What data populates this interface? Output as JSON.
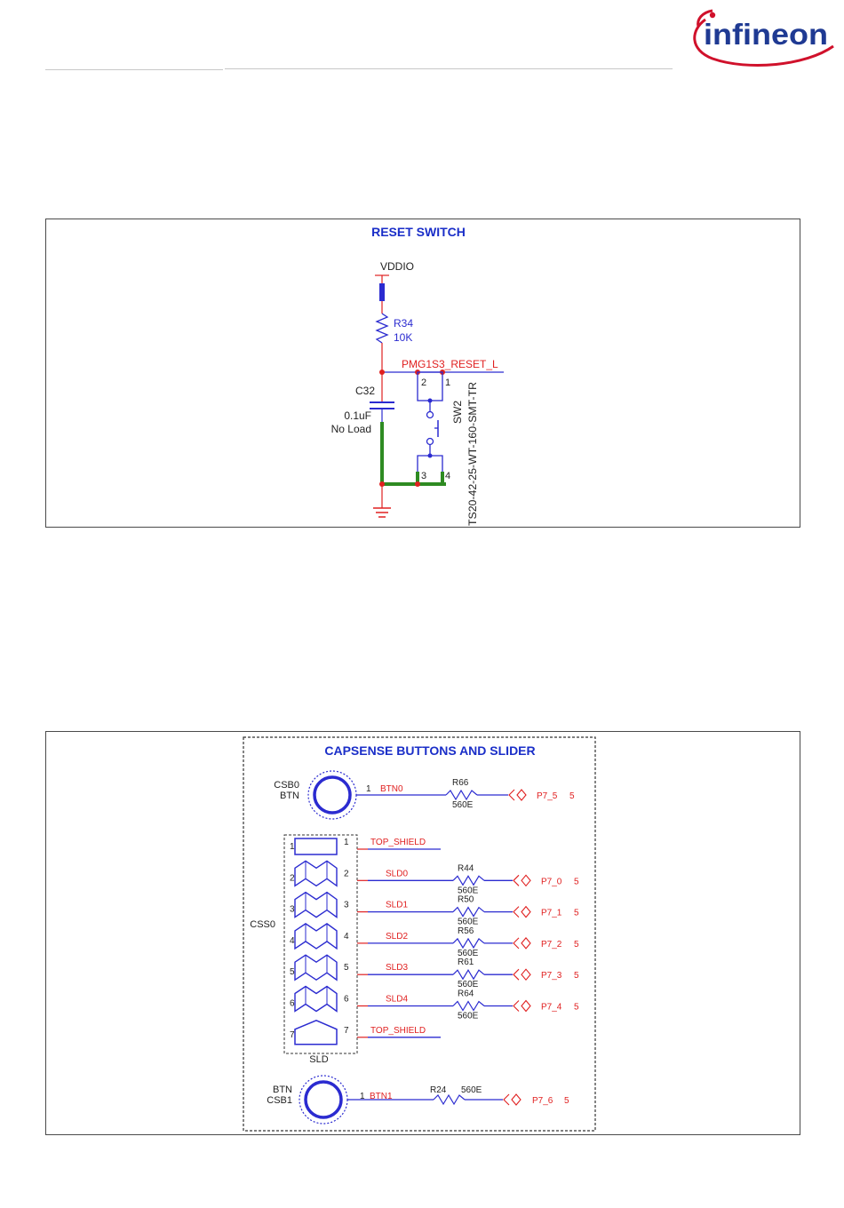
{
  "brand": {
    "logo_text": "infineon",
    "colors": {
      "logo_text": "#1f3a93",
      "logo_arc": "#d0112b"
    }
  },
  "reset_switch": {
    "title": "RESET SWITCH",
    "power_net": "VDDIO",
    "resistor": {
      "ref": "R34",
      "value": "10K"
    },
    "capacitor": {
      "ref": "C32",
      "value": "0.1uF",
      "note": "No Load"
    },
    "net_label": "PMG1S3_RESET_L",
    "switch": {
      "ref": "SW2",
      "part": "TS20-42-25-WT-160-SMT-TR",
      "pins": [
        "2",
        "1",
        "3",
        "4"
      ]
    }
  },
  "capsense": {
    "title": "CAPSENSE BUTTONS AND SLIDER",
    "button0": {
      "ref": "CSB0",
      "type": "BTN",
      "pin": "1",
      "net": "BTN0",
      "resistor": {
        "ref": "R66",
        "value": "560E"
      },
      "port": "P7_5",
      "sheet": "5"
    },
    "slider": {
      "ref": "CSS0",
      "label": "SLD",
      "rows": [
        {
          "pin": "1",
          "net": "TOP_SHIELD",
          "resistor": null,
          "value": null,
          "port": null,
          "sheet": null
        },
        {
          "pin": "2",
          "net": "SLD0",
          "resistor": "R44",
          "value": "560E",
          "port": "P7_0",
          "sheet": "5"
        },
        {
          "pin": "3",
          "net": "SLD1",
          "resistor": "R50",
          "value": "560E",
          "port": "P7_1",
          "sheet": "5"
        },
        {
          "pin": "4",
          "net": "SLD2",
          "resistor": "R56",
          "value": "560E",
          "port": "P7_2",
          "sheet": "5"
        },
        {
          "pin": "5",
          "net": "SLD3",
          "resistor": "R61",
          "value": "560E",
          "port": "P7_3",
          "sheet": "5"
        },
        {
          "pin": "6",
          "net": "SLD4",
          "resistor": "R64",
          "value": "560E",
          "port": "P7_4",
          "sheet": "5"
        },
        {
          "pin": "7",
          "net": "TOP_SHIELD",
          "resistor": null,
          "value": null,
          "port": null,
          "sheet": null
        }
      ]
    },
    "button1": {
      "ref": "CSB1",
      "type": "BTN",
      "pin": "1",
      "net": "BTN1",
      "resistor": {
        "ref": "R24",
        "value": "560E"
      },
      "port": "P7_6",
      "sheet": "5"
    }
  }
}
